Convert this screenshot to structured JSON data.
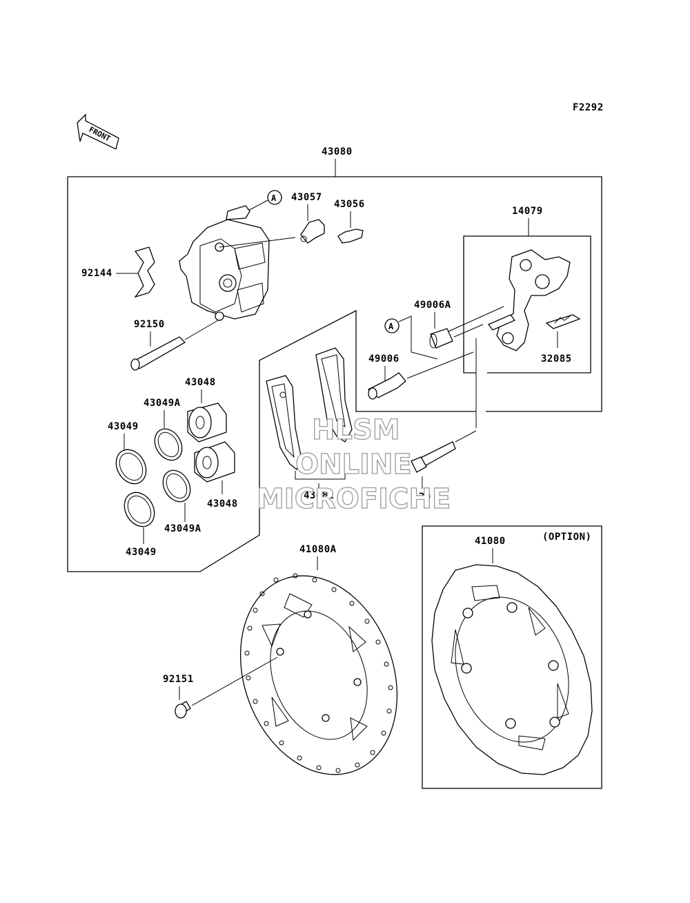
{
  "figure_code": "F2292",
  "front_label": "FRONT",
  "option_label": "(OPTION)",
  "ref_mark": "A",
  "watermark": {
    "line1": "HLSM",
    "line2": "ONLINE",
    "line3": "MICROFICHE"
  },
  "parts": {
    "p43080": "43080",
    "p43057": "43057",
    "p43056": "43056",
    "p14079": "14079",
    "p92144": "92144",
    "p92150": "92150",
    "p49006A": "49006A",
    "p49006": "49006",
    "p32085": "32085",
    "p43048a": "43048",
    "p43049Aa": "43049A",
    "p43049a": "43049",
    "p43048b": "43048",
    "p43049Ab": "43049A",
    "p43049b": "43049",
    "p43082": "43082",
    "p120": "120",
    "p41080A": "41080A",
    "p41080": "41080",
    "p92151": "92151"
  }
}
